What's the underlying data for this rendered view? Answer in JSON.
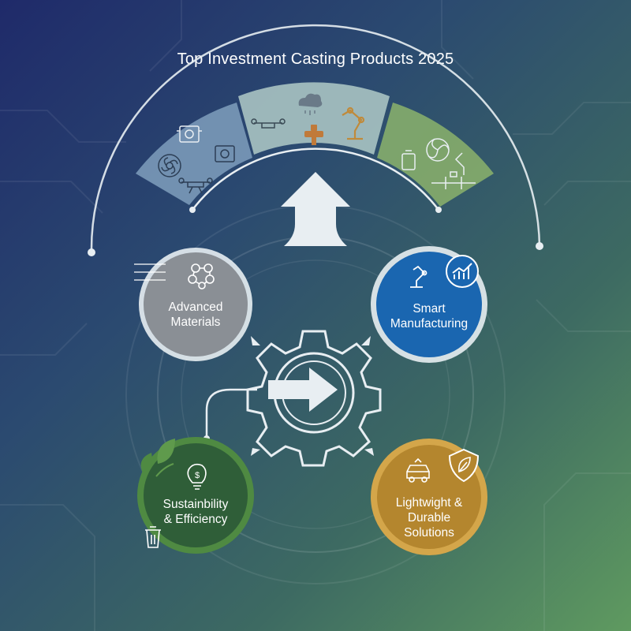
{
  "title": "Top Investment Casting Products 2025",
  "nodes": {
    "advanced_materials": {
      "line1": "Advanced",
      "line2": "Materials",
      "color": "#8a8f95"
    },
    "smart_manufacturing": {
      "line1": "Smart",
      "line2": "Manufacturing",
      "color": "#1a66b0"
    },
    "sustainability": {
      "line1": "Sustainbility",
      "line2": "& Efficiency",
      "color": "#2f5e38"
    },
    "lightweight": {
      "line1": "Lightwight &",
      "line2": "Durable",
      "line3": "Solutions",
      "color": "#b4862e"
    }
  },
  "arc_segments": {
    "left_color": "#7f9fbd",
    "middle_color": "#a9c3c2",
    "right_color": "#86ad6c"
  },
  "icons": [
    "turbine-icon",
    "engine-block-icon",
    "drone-icon",
    "cloud-icon",
    "robot-arm-icon",
    "bolt-icon",
    "fan-rotor-icon",
    "valve-icon",
    "gear-icon",
    "arrow-right-icon",
    "molecule-icon",
    "chart-icon",
    "leaf-icon",
    "lightbulb-dollar-icon",
    "trash-icon",
    "car-icon",
    "shield-leaf-icon",
    "up-arrow-icon"
  ]
}
